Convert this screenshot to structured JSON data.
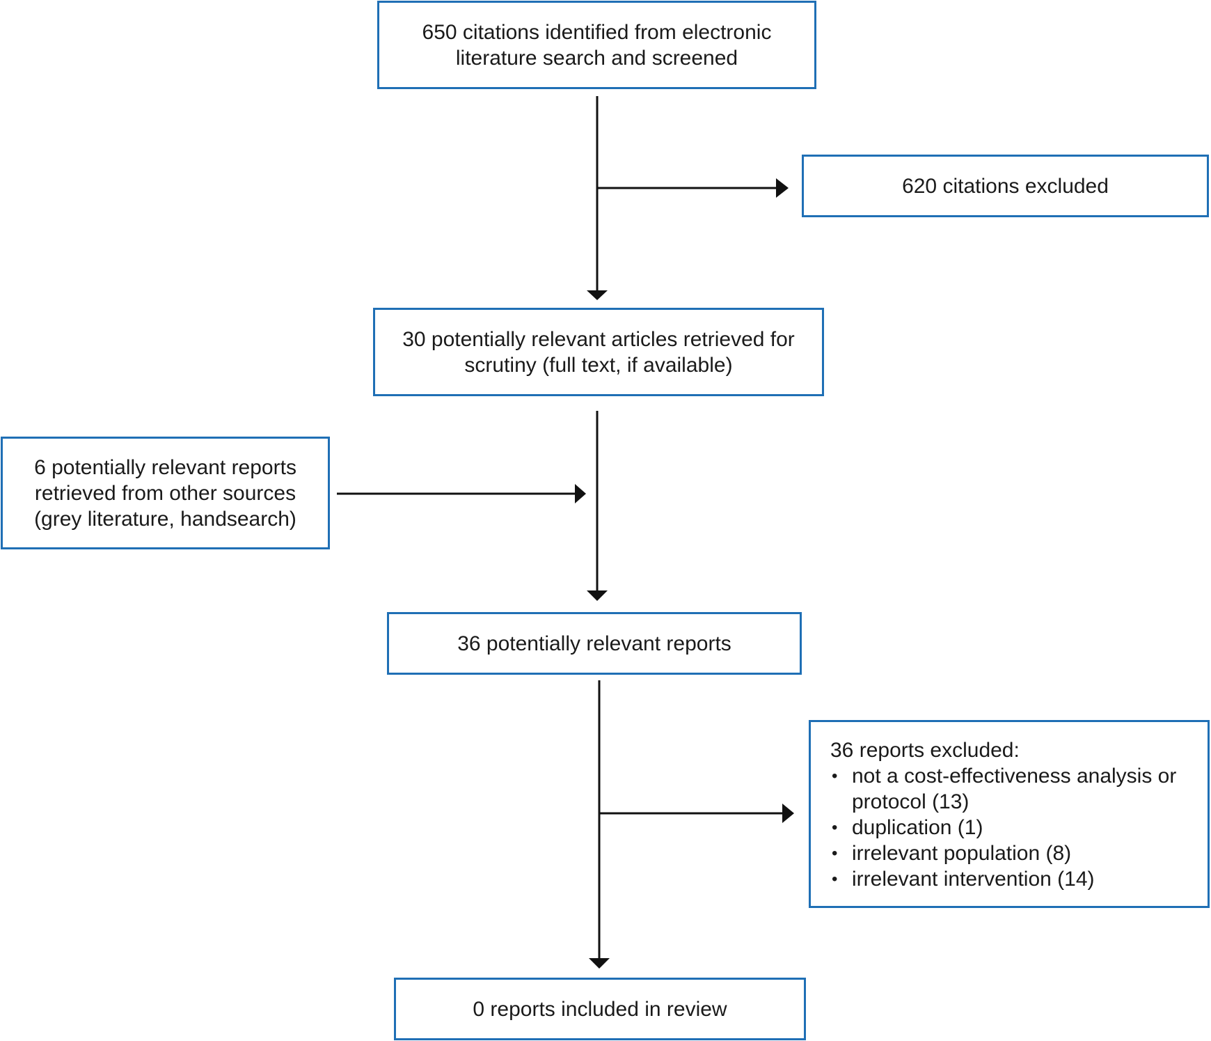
{
  "boxes": {
    "identified": "650 citations identified from electronic literature search and screened",
    "excluded_citations": "620 citations excluded",
    "retrieved": "30 potentially relevant articles retrieved for scrutiny (full text, if available)",
    "other_sources": "6 potentially relevant reports retrieved from other sources (grey literature, handsearch)",
    "relevant_reports": "36 potentially relevant reports",
    "reports_excluded": {
      "heading": "36 reports excluded:",
      "reasons": [
        "not a cost-effectiveness analysis or protocol (13)",
        "duplication (1)",
        "irrelevant population (8)",
        "irrelevant intervention (14)"
      ]
    },
    "included": "0 reports included in review"
  },
  "colors": {
    "box_border": "#1f6fb5",
    "arrow": "#111111",
    "text": "#1a1a1a"
  }
}
